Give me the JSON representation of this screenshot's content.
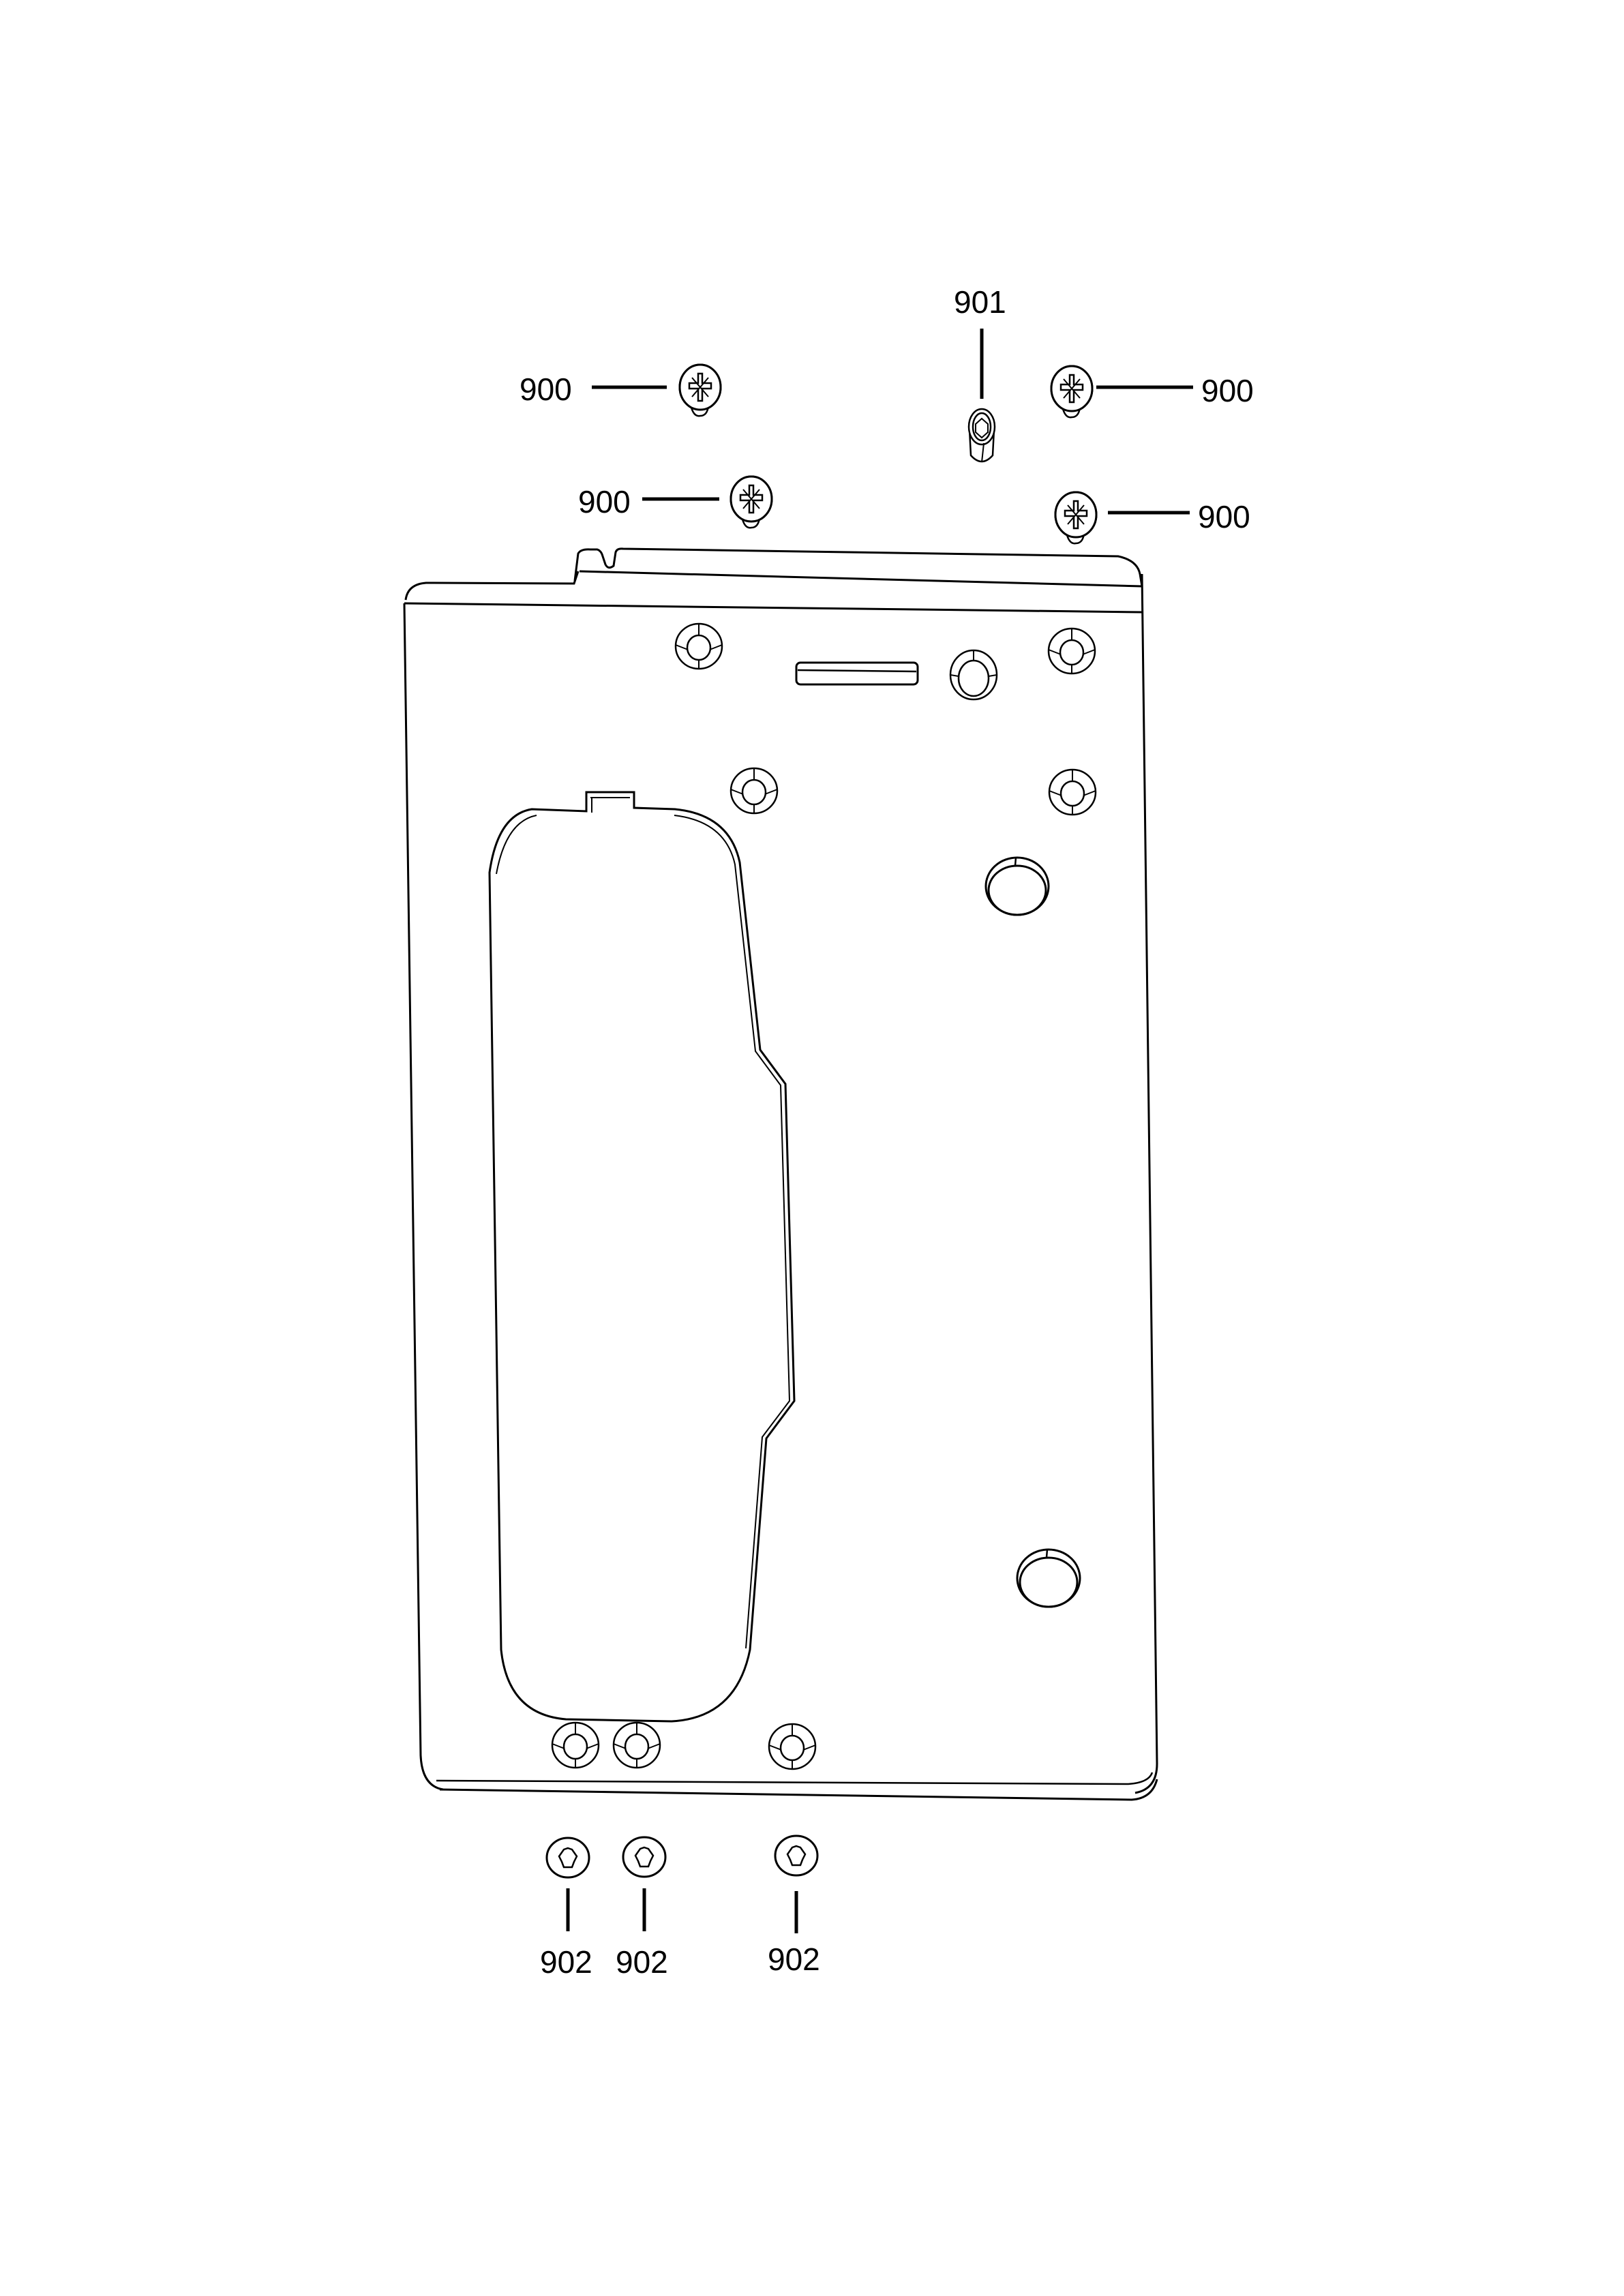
{
  "diagram": {
    "type": "exploded-parts-view",
    "background": "#ffffff",
    "line_color": "#000000",
    "part": {
      "name": "mounting-plate",
      "features": {
        "countersunk_holes_top": 5,
        "slot": 1,
        "plain_hole_top": 1,
        "large_holes": 2,
        "countersunk_holes_bottom": 3,
        "cutout": 1
      }
    },
    "callouts": [
      {
        "id": "c1",
        "label": "900",
        "part": "screw-pozidriv",
        "side": "left"
      },
      {
        "id": "c2",
        "label": "900",
        "part": "screw-pozidriv",
        "side": "left"
      },
      {
        "id": "c3",
        "label": "901",
        "part": "hex-socket-set-screw",
        "side": "top"
      },
      {
        "id": "c4",
        "label": "900",
        "part": "screw-pozidriv",
        "side": "right"
      },
      {
        "id": "c5",
        "label": "900",
        "part": "screw-pozidriv",
        "side": "right"
      },
      {
        "id": "c6",
        "label": "902",
        "part": "screw-torx",
        "side": "bottom"
      },
      {
        "id": "c7",
        "label": "902",
        "part": "screw-torx",
        "side": "bottom"
      },
      {
        "id": "c8",
        "label": "902",
        "part": "screw-torx",
        "side": "bottom"
      }
    ]
  }
}
